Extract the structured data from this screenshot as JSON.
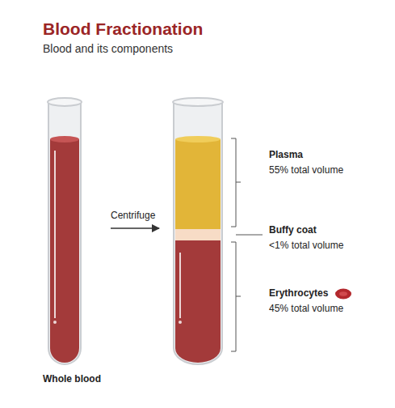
{
  "diagram": {
    "title": "Blood Fractionation",
    "nodes": [
      {
        "text": [
          "Whole blood"
        ]
      }
    ],
    "labels": [
      "Blood and its components",
      "Centrifuge",
      "Plasma",
      "55% total volume",
      "Buffy coat",
      "<1% total volume",
      "Erythrocytes",
      "45% total volume"
    ]
  }
}
